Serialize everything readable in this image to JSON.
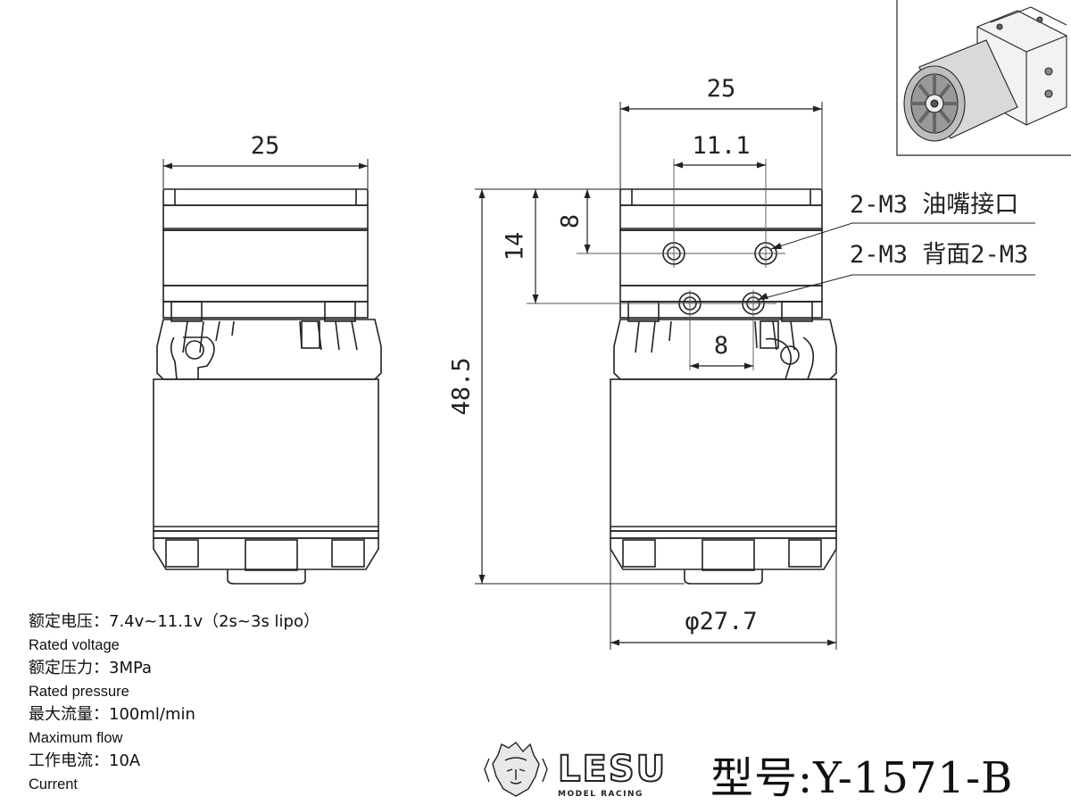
{
  "dimensions": {
    "left_width": "25",
    "right_width": "25",
    "hole_spacing": "11.1",
    "v_offset_8": "8",
    "v_offset_14": "14",
    "height_total": "48.5",
    "lower_hole_spacing": "8",
    "diameter": "φ27.7"
  },
  "callouts": {
    "oil_port": "2-M3 油嘴接口",
    "back_face": "2-M3 背面2-M3"
  },
  "specs": [
    {
      "cn": "额定电压：7.4v~11.1v（2s~3s lipo）",
      "en": "Rated voltage"
    },
    {
      "cn": "额定压力：3MPa",
      "en": "Rated pressure"
    },
    {
      "cn": "最大流量：100ml/min",
      "en": "Maximum flow"
    },
    {
      "cn": "工作电流：10A",
      "en": "Current"
    }
  ],
  "brand": {
    "logo_word": "LESU",
    "logo_sub": "MODEL RACING"
  },
  "model": "型号:Y-1571-B",
  "colors": {
    "line": "#222222",
    "centerline": "#555555",
    "background": "#ffffff"
  }
}
